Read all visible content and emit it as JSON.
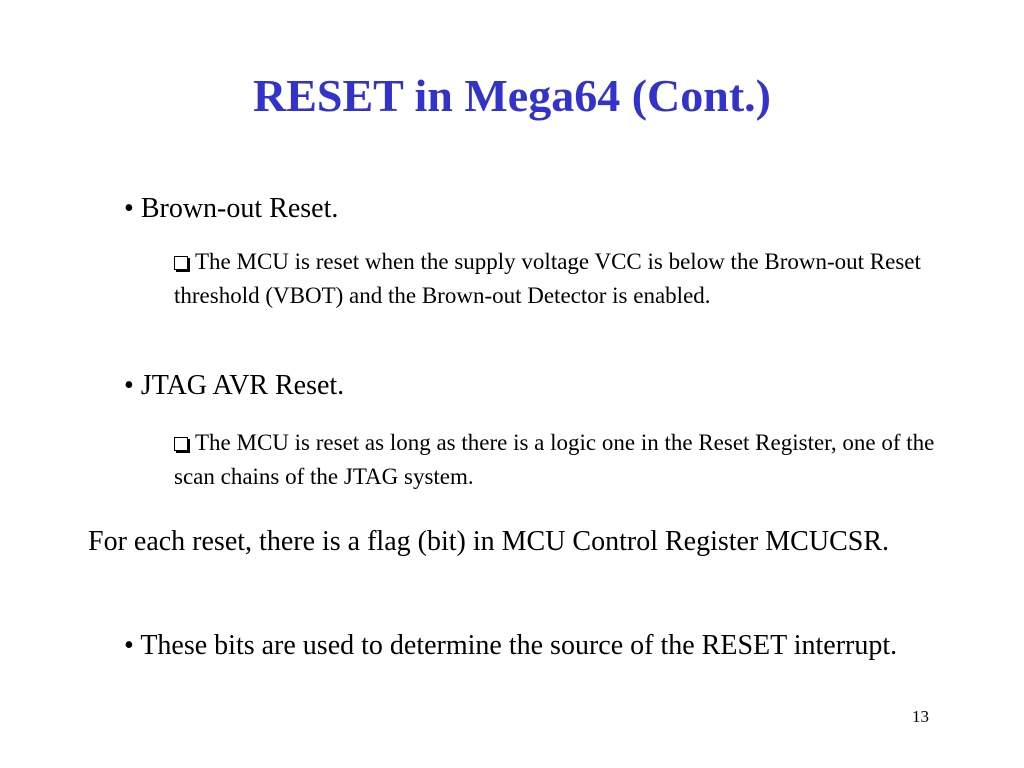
{
  "slide": {
    "title": "RESET in Mega64 (Cont.)",
    "bullets": [
      {
        "label": "Brown-out Reset.",
        "sub": "The MCU is reset when the supply voltage VCC is below the Brown-out Reset threshold (VBOT) and the Brown-out Detector is enabled."
      },
      {
        "label": "JTAG AVR Reset.",
        "sub": "The MCU is reset as long as there is a logic one in the Reset Register, one of the scan chains of the JTAG system."
      }
    ],
    "paragraph": "For each reset, there is a flag (bit) in MCU Control Register MCUCSR.",
    "paragraph_bullet": "These bits are used to determine the source of the RESET interrupt.",
    "page_number": "13",
    "bullet_char": "•",
    "sub_bullet_icon": "checkbox-icon"
  },
  "colors": {
    "title": "#3333cc",
    "text": "#000000",
    "background": "#ffffff"
  }
}
